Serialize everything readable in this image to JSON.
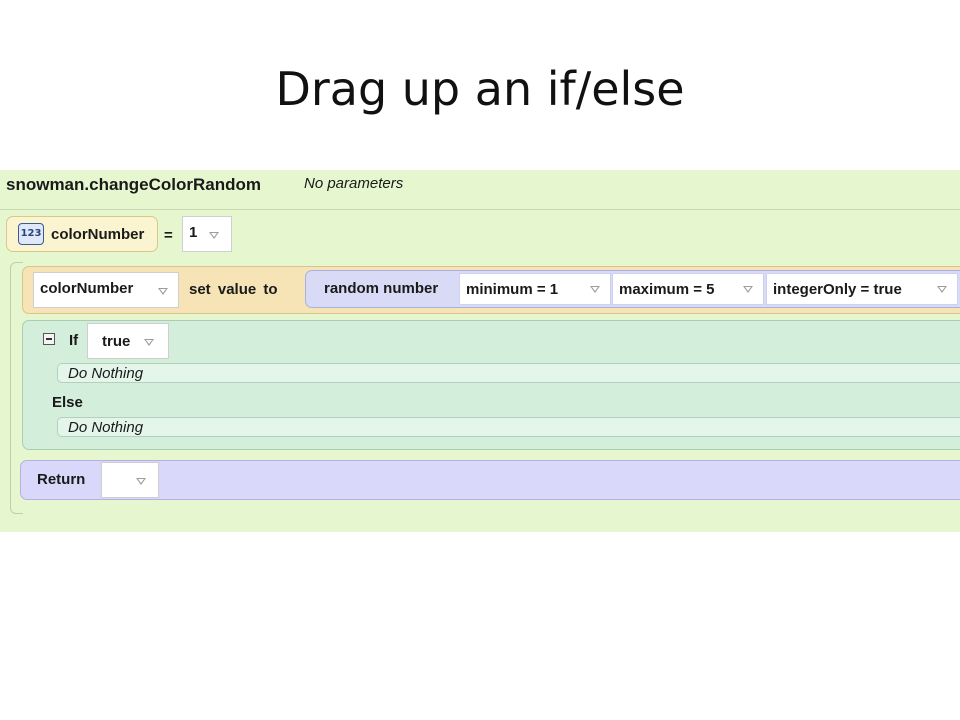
{
  "slide": {
    "title": "Drag up an if/else"
  },
  "method": {
    "name": "snowman.changeColorRandom",
    "params_label": "No parameters"
  },
  "variable": {
    "type_badge": "123",
    "name": "colorNumber",
    "equals": "=",
    "initial_value": "1"
  },
  "assignment": {
    "target": "colorNumber",
    "set_label": "set  value  to",
    "function_label": "random number",
    "args": [
      {
        "name": "minimum",
        "value": "1"
      },
      {
        "name": "maximum",
        "value": "5"
      },
      {
        "name": "integerOnly",
        "value": "true"
      }
    ],
    "arg_texts": [
      "minimum = 1",
      "maximum = 5",
      "integerOnly = true"
    ]
  },
  "if_block": {
    "if_label": "If",
    "condition": "true",
    "then_body": "Do Nothing",
    "else_label": "Else",
    "else_body": "Do Nothing"
  },
  "return_block": {
    "label": "Return",
    "value": ""
  },
  "icons": [
    "dropdown-arrow-icon",
    "collapse-minus-icon",
    "number-type-icon"
  ],
  "colors": {
    "editor_bg": "#e6f7cf",
    "assign_bg": "#f6e4b6",
    "function_bg": "#d9dbf6",
    "if_bg": "#d3eedb",
    "return_bg": "#dad8fa"
  }
}
